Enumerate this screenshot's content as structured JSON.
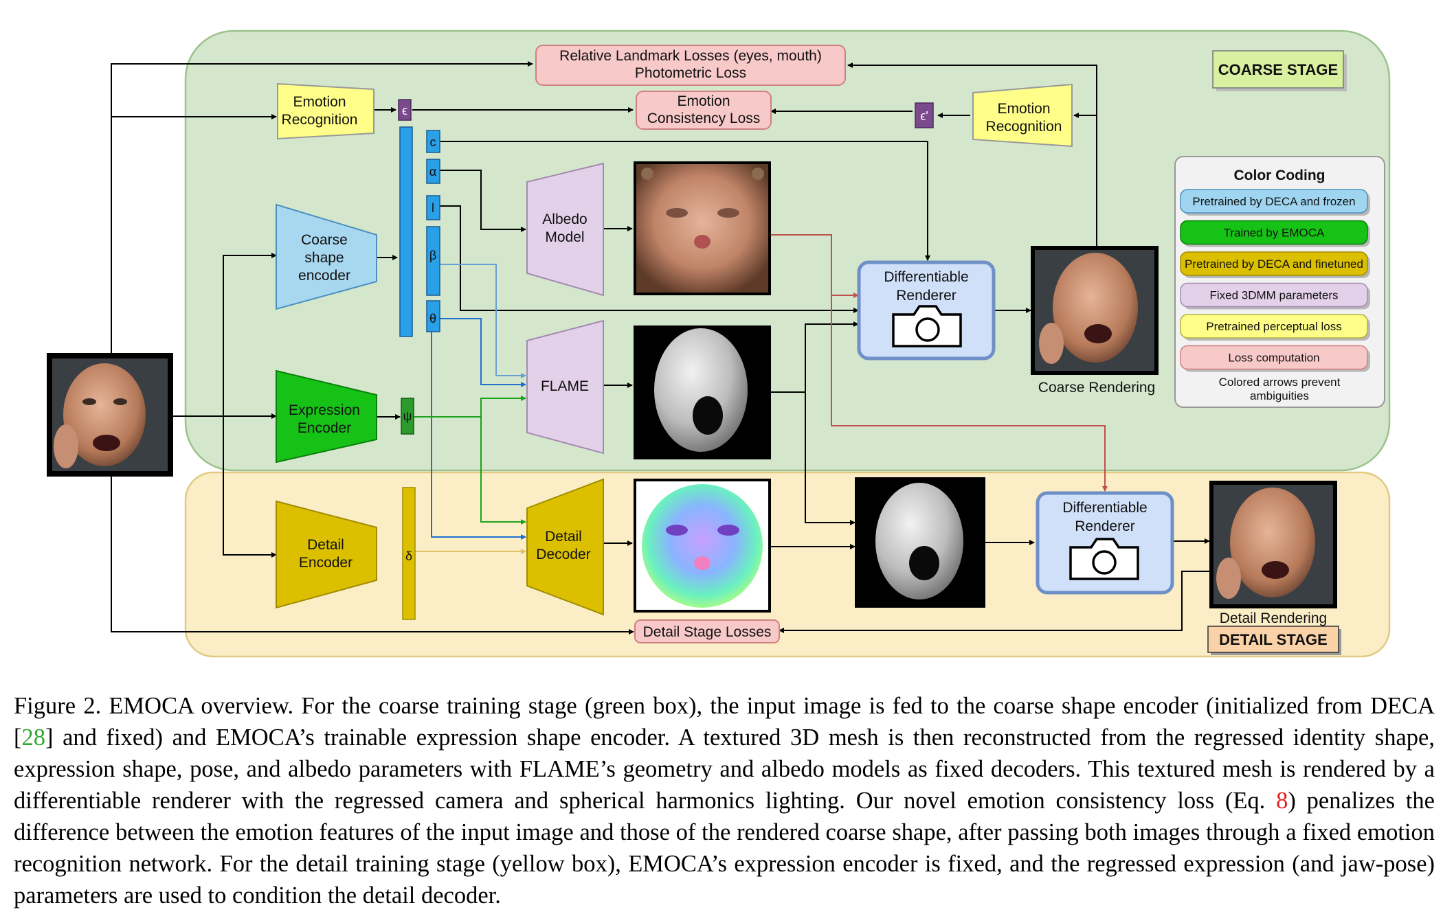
{
  "diagram": {
    "coarse_stage": "COARSE STAGE",
    "detail_stage": "DETAIL STAGE",
    "losses": {
      "landmark_line1": "Relative Landmark Losses (eyes, mouth)",
      "landmark_line2": "Photometric Loss",
      "emotion_line1": "Emotion",
      "emotion_line2": "Consistency Loss",
      "detail": "Detail Stage Losses"
    },
    "emotion_recognition": [
      "Emotion",
      "Recognition"
    ],
    "coarse_encoder": [
      "Coarse",
      "shape",
      "encoder"
    ],
    "expression_encoder": [
      "Expression",
      "Encoder"
    ],
    "detail_encoder": [
      "Detail",
      "Encoder"
    ],
    "albedo_model": [
      "Albedo",
      "Model"
    ],
    "flame": "FLAME",
    "detail_decoder": [
      "Detail",
      "Decoder"
    ],
    "renderer": [
      "Differentiable",
      "Renderer"
    ],
    "params": {
      "epsilon": "ϵ",
      "epsilon_prime": "ϵ'",
      "c": "c",
      "alpha": "α",
      "l": "l",
      "beta": "β",
      "theta": "θ",
      "psi": "ψ",
      "delta": "δ"
    },
    "coarse_rendering": "Coarse Rendering",
    "detail_rendering": "Detail Rendering",
    "legend": {
      "title": "Color Coding",
      "items": [
        {
          "label": "Pretrained by DECA and frozen",
          "color": "#9fd5f0"
        },
        {
          "label": "Trained by EMOCA",
          "color": "#16c216"
        },
        {
          "label": "Pretrained by DECA and finetuned",
          "color": "#dcc000"
        },
        {
          "label": "Fixed 3DMM parameters",
          "color": "#e3d1ea"
        },
        {
          "label": "Pretrained perceptual loss",
          "color": "#fefe88"
        },
        {
          "label": "Loss computation",
          "color": "#f8c9c9"
        }
      ],
      "note1": "Colored arrows prevent",
      "note2": "ambiguities"
    }
  },
  "caption": {
    "p1": "Figure 2. EMOCA overview. For the coarse training stage (green box), the input image is fed to the coarse shape encoder (initialized from DECA [",
    "ref": "28",
    "p2": "] and fixed) and EMOCA’s trainable expression shape encoder.  A textured 3D mesh is then reconstructed from the regressed identity shape, expression shape, pose, and albedo parameters with FLAME’s geometry and albedo models as fixed decoders. This textured mesh is rendered by a differentiable renderer with the regressed camera and spherical harmonics lighting. Our novel emotion consistency loss (Eq. ",
    "eq": "8",
    "p3": ") penalizes the difference between the emotion features of the input image and those of the rendered coarse shape, after passing both images through a fixed emotion recognition network.  For the detail training stage (yellow box), EMOCA’s expression encoder is fixed, and the regressed expression (and jaw-pose) parameters are used to condition the detail decoder."
  }
}
